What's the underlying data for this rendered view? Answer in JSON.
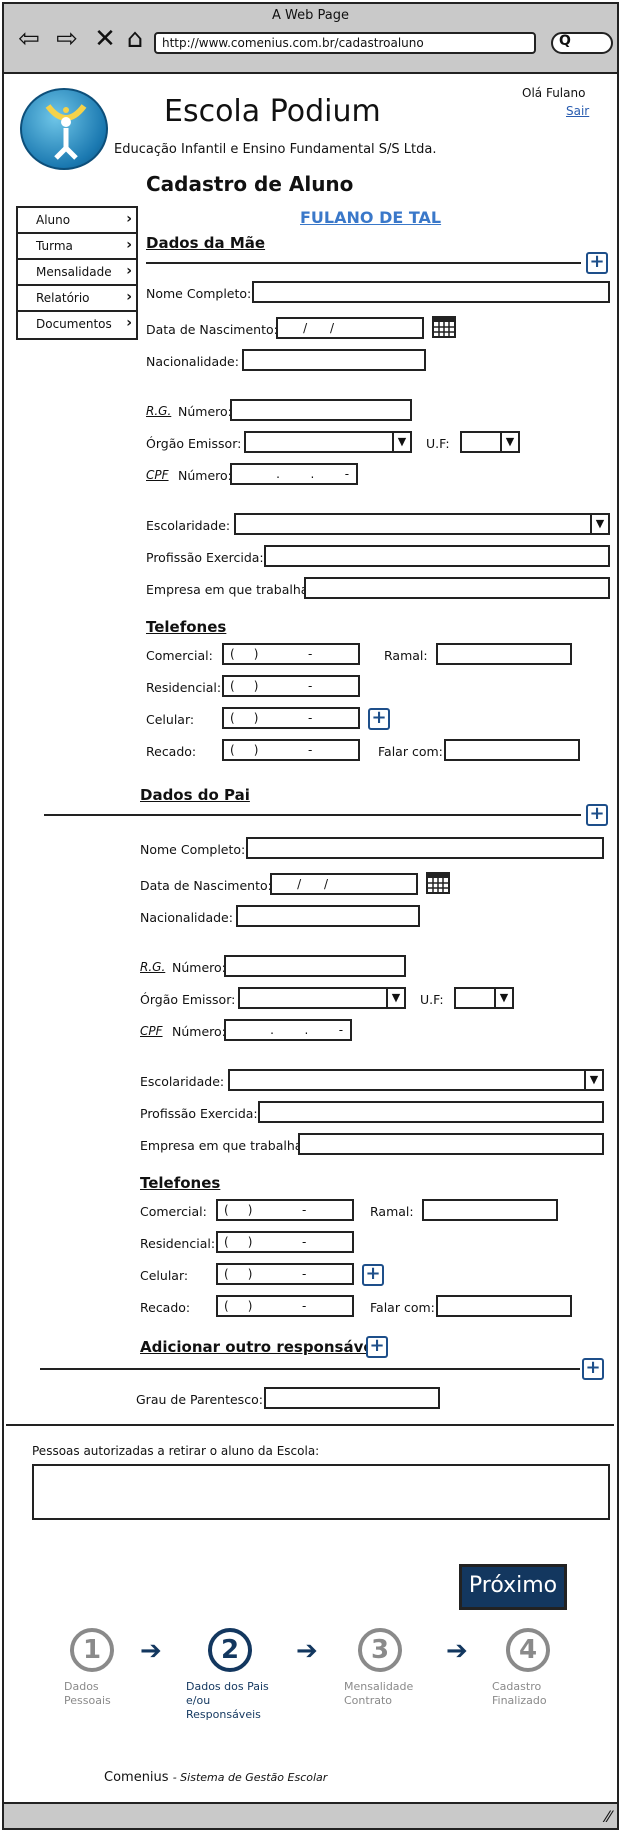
{
  "browser": {
    "title": "A Web Page",
    "url": "http://www.comenius.com.br/cadastroaluno",
    "search_icon": "search-icon"
  },
  "header": {
    "school_name": "Escola Podium",
    "school_subtitle": "Educação Infantil e Ensino Fundamental S/S Ltda.",
    "greeting": "Olá Fulano",
    "logout": "Sair"
  },
  "page": {
    "title": "Cadastro de Aluno",
    "student_name": "FULANO DE TAL"
  },
  "sidebar": {
    "items": [
      {
        "label": "Aluno"
      },
      {
        "label": "Turma"
      },
      {
        "label": "Mensalidade"
      },
      {
        "label": "Relatório"
      },
      {
        "label": "Documentos"
      }
    ]
  },
  "mother": {
    "section_title": "Dados da Mãe",
    "full_name_label": "Nome Completo:",
    "birth_label": "Data de Nascimento:",
    "birth_value": "     /      /",
    "nationality_label": "Nacionalidade:",
    "rg_label": "R.G.",
    "number_label": "Número:",
    "issuer_label": "Órgão Emissor:",
    "uf_label": "U.F:",
    "cpf_label": "CPF",
    "cpf_value": "          .        .        -",
    "education_label": "Escolaridade:",
    "profession_label": "Profissão Exercida:",
    "company_label": "Empresa em que trabalha:",
    "phones_title": "Telefones",
    "commercial_label": "Comercial:",
    "extension_label": "Ramal:",
    "residential_label": "Residencial:",
    "mobile_label": "Celular:",
    "message_label": "Recado:",
    "talk_to_label": "Falar com:",
    "phone_mask": "(     )             -"
  },
  "father": {
    "section_title": "Dados do Pai",
    "full_name_label": "Nome Completo:",
    "birth_label": "Data de Nascimento:",
    "birth_value": "     /      /",
    "nationality_label": "Nacionalidade:",
    "rg_label": "R.G.",
    "number_label": "Número:",
    "issuer_label": "Órgão Emissor:",
    "uf_label": "U.F:",
    "cpf_label": "CPF",
    "cpf_value": "          .        .        -",
    "education_label": "Escolaridade:",
    "profession_label": "Profissão Exercida:",
    "company_label": "Empresa em que trabalha:",
    "phones_title": "Telefones",
    "commercial_label": "Comercial:",
    "extension_label": "Ramal:",
    "residential_label": "Residencial:",
    "mobile_label": "Celular:",
    "message_label": "Recado:",
    "talk_to_label": "Falar com:",
    "phone_mask": "(     )             -"
  },
  "other": {
    "add_title": "Adicionar outro responsável",
    "kinship_label": "Grau de Parentesco:"
  },
  "authorized": {
    "label": "Pessoas autorizadas a retirar o aluno da Escola:"
  },
  "next_button": "Próximo",
  "steps": [
    {
      "number": "1",
      "label1": "Dados",
      "label2": "Pessoais",
      "label3": ""
    },
    {
      "number": "2",
      "label1": "Dados dos Pais",
      "label2": "e/ou",
      "label3": "Responsáveis"
    },
    {
      "number": "3",
      "label1": "Mensalidade",
      "label2": "Contrato",
      "label3": ""
    },
    {
      "number": "4",
      "label1": "Cadastro",
      "label2": "Finalizado",
      "label3": ""
    }
  ],
  "current_step": 2,
  "footer": {
    "brand": "Comenius",
    "tagline": "- Sistema de Gestão Escolar"
  },
  "colors": {
    "accent": "#13375f",
    "link": "#2a5db0",
    "student_name": "#3a78c9",
    "chrome": "#c9c9c9"
  }
}
